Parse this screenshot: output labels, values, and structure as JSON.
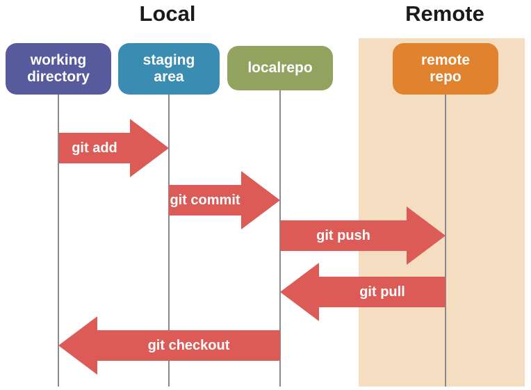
{
  "diagram": {
    "sections": [
      {
        "id": "local",
        "label": "Local"
      },
      {
        "id": "remote",
        "label": "Remote"
      }
    ],
    "lanes": [
      {
        "id": "working-directory",
        "label": "working directory",
        "color": "#575b9e"
      },
      {
        "id": "staging-area",
        "label": "staging area",
        "color": "#3a8cb2"
      },
      {
        "id": "localrepo",
        "label": "localrepo",
        "color": "#92a35f"
      },
      {
        "id": "remote-repo",
        "label": "remote repo",
        "color": "#e0822e"
      }
    ],
    "arrows": [
      {
        "label": "git add",
        "from": "working-directory",
        "to": "staging-area",
        "direction": "right"
      },
      {
        "label": "git commit",
        "from": "staging-area",
        "to": "localrepo",
        "direction": "right"
      },
      {
        "label": "git push",
        "from": "localrepo",
        "to": "remote-repo",
        "direction": "right"
      },
      {
        "label": "git pull",
        "from": "remote-repo",
        "to": "localrepo",
        "direction": "left"
      },
      {
        "label": "git checkout",
        "from": "localrepo",
        "to": "working-directory",
        "direction": "left"
      }
    ],
    "colors": {
      "arrow": "#dc5b56",
      "remote_background": "#f5ddc2",
      "lifeline": "#8a8a8a",
      "label_text": "#ffffff",
      "title_text": "#1a1a1a"
    }
  }
}
